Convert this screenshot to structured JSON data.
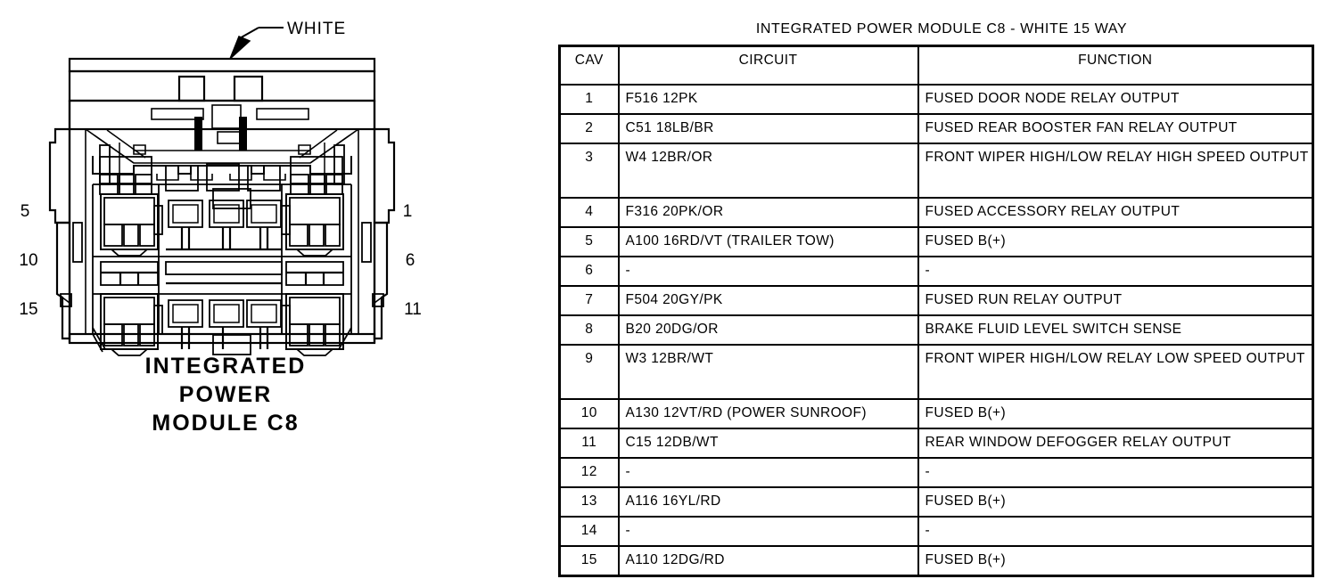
{
  "diagram": {
    "callout_label": "WHITE",
    "caption_lines": [
      "INTEGRATED",
      "POWER",
      "MODULE C8"
    ],
    "pins_left": [
      "5",
      "10",
      "15"
    ],
    "pins_right": [
      "1",
      "6",
      "11"
    ]
  },
  "table": {
    "title": "INTEGRATED POWER MODULE C8 - WHITE 15 WAY",
    "headers": [
      "CAV",
      "CIRCUIT",
      "FUNCTION"
    ],
    "rows": [
      {
        "cav": "1",
        "circuit": "F516 12PK",
        "function": "FUSED DOOR NODE RELAY OUTPUT"
      },
      {
        "cav": "2",
        "circuit": "C51 18LB/BR",
        "function": "FUSED REAR BOOSTER FAN RELAY OUTPUT"
      },
      {
        "cav": "3",
        "circuit": "W4 12BR/OR",
        "function": "FRONT WIPER HIGH/LOW RELAY HIGH SPEED OUTPUT"
      },
      {
        "cav": "4",
        "circuit": "F316 20PK/OR",
        "function": "FUSED ACCESSORY RELAY OUTPUT"
      },
      {
        "cav": "5",
        "circuit": "A100 16RD/VT (TRAILER TOW)",
        "function": "FUSED B(+)"
      },
      {
        "cav": "6",
        "circuit": "-",
        "function": "-"
      },
      {
        "cav": "7",
        "circuit": "F504 20GY/PK",
        "function": "FUSED RUN RELAY OUTPUT"
      },
      {
        "cav": "8",
        "circuit": "B20 20DG/OR",
        "function": "BRAKE FLUID LEVEL SWITCH SENSE"
      },
      {
        "cav": "9",
        "circuit": "W3 12BR/WT",
        "function": "FRONT WIPER HIGH/LOW RELAY LOW SPEED OUTPUT"
      },
      {
        "cav": "10",
        "circuit": "A130 12VT/RD (POWER SUNROOF)",
        "function": "FUSED B(+)"
      },
      {
        "cav": "11",
        "circuit": "C15 12DB/WT",
        "function": "REAR WINDOW DEFOGGER RELAY OUTPUT"
      },
      {
        "cav": "12",
        "circuit": "-",
        "function": "-"
      },
      {
        "cav": "13",
        "circuit": "A116 16YL/RD",
        "function": "FUSED B(+)"
      },
      {
        "cav": "14",
        "circuit": "-",
        "function": "-"
      },
      {
        "cav": "15",
        "circuit": "A110 12DG/RD",
        "function": "FUSED B(+)"
      }
    ]
  }
}
